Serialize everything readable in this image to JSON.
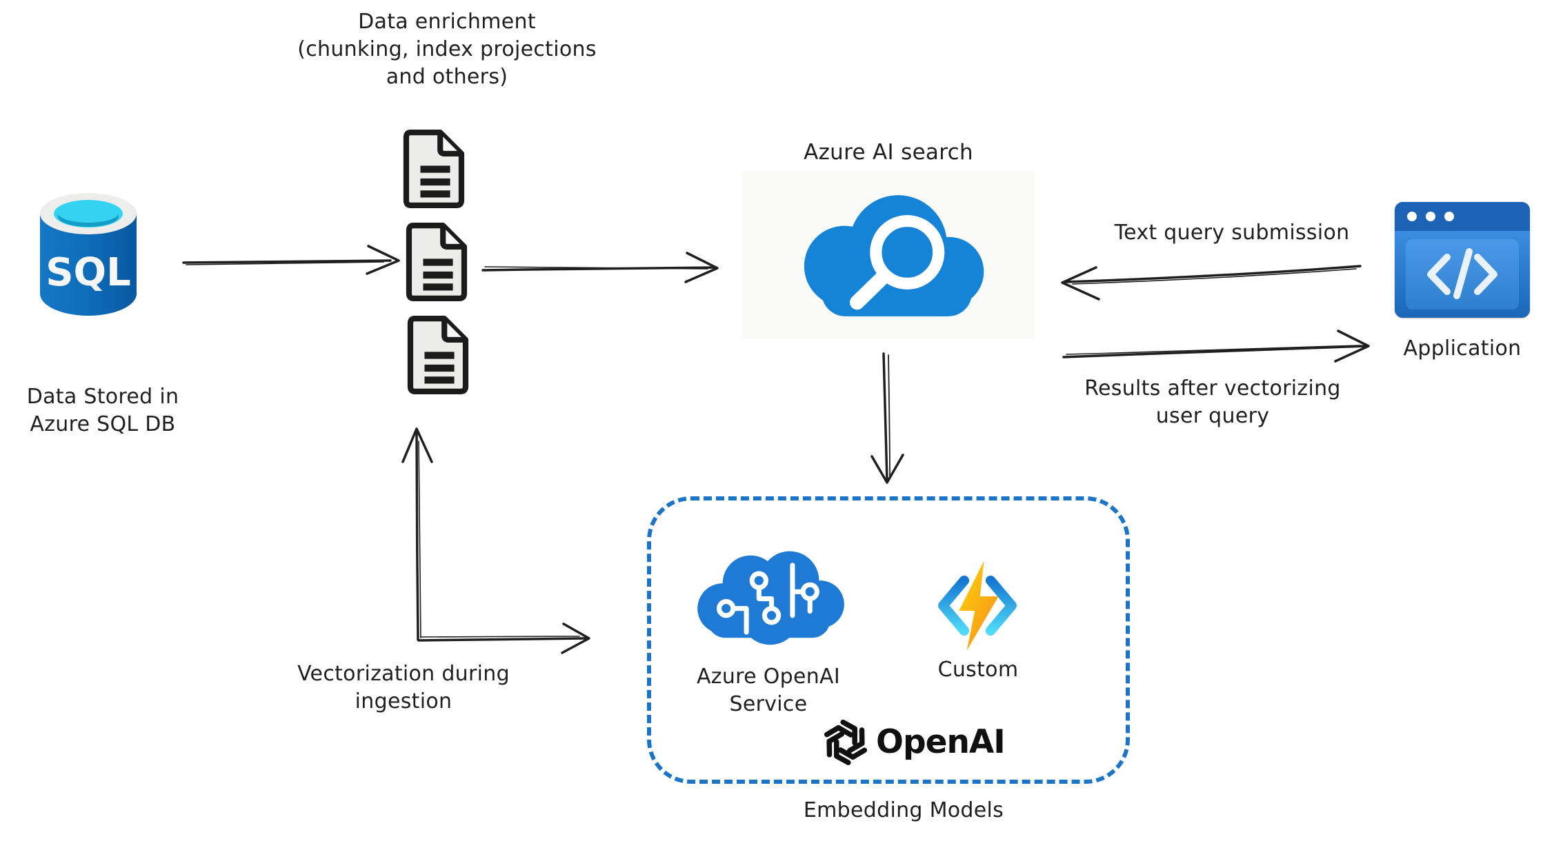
{
  "nodes": {
    "sql_db": {
      "icon": "sql-database-icon",
      "icon_text": "SQL",
      "label_line1": "Data Stored in",
      "label_line2": "Azure SQL DB"
    },
    "documents": {
      "icon": "document-icon",
      "label_line1": "Data enrichment",
      "label_line2": "(chunking, index projections",
      "label_line3": "and others)"
    },
    "search": {
      "icon": "search-cloud-icon",
      "label": "Azure AI search"
    },
    "application": {
      "icon": "code-window-icon",
      "label": "Application"
    },
    "embedding": {
      "label": "Embedding Models",
      "azure_openai": {
        "icon": "ai-brain-cloud-icon",
        "label_line1": "Azure OpenAI",
        "label_line2": "Service"
      },
      "custom": {
        "icon": "function-bolt-icon",
        "label": "Custom"
      },
      "openai": {
        "icon": "openai-logo-icon",
        "label": "OpenAI"
      }
    }
  },
  "edges": {
    "sql_to_documents": {
      "from": "sql_db",
      "to": "documents"
    },
    "documents_to_search": {
      "from": "documents",
      "to": "search"
    },
    "application_to_search": {
      "from": "application",
      "to": "search",
      "label": "Text query submission"
    },
    "search_to_application": {
      "from": "search",
      "to": "application",
      "label_line1": "Results after vectorizing",
      "label_line2": "user query"
    },
    "search_to_embedding": {
      "from": "search",
      "to": "embedding"
    },
    "documents_embedding_elbow": {
      "from": "embedding",
      "to": "documents",
      "label_line1": "Vectorization during",
      "label_line2": "ingestion"
    }
  },
  "colors": {
    "azure_cloud_blue": "#1584d7",
    "brain_blue": "#1e7ad4",
    "dashed_border_blue": "#1b74c6",
    "ink": "#1f1f1f",
    "doc_fill": "#ececea",
    "sql_body_blue": "#0e6cb8",
    "sql_top_cyan": "#35d3f2",
    "bolt_yellow": "#ffd60a",
    "bolt_orange": "#f78a1d",
    "bracket_blue": "#1577d1",
    "bracket_cyan": "#4fd9f8",
    "app_header_blue": "#1d63b5",
    "app_body_blue": "#2e83d8",
    "openai_black": "#101010"
  }
}
